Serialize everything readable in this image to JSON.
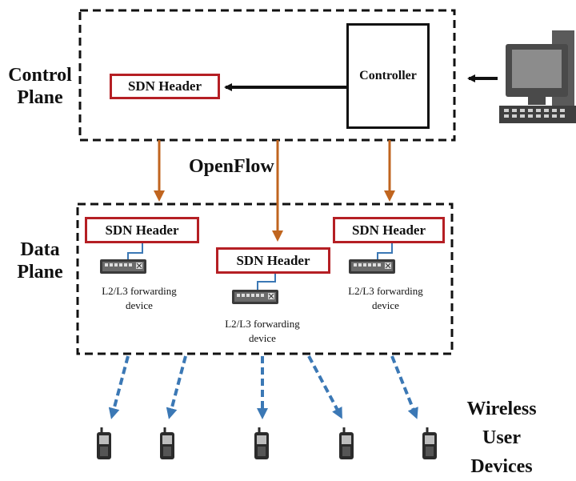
{
  "control_plane": {
    "label_line1": "Control",
    "label_line2": "Plane",
    "sdn_header": "SDN Header",
    "controller": "Controller"
  },
  "openflow_label": "OpenFlow",
  "data_plane": {
    "label_line1": "Data",
    "label_line2": "Plane",
    "devices": [
      {
        "header": "SDN Header",
        "line1": "L2/L3 forwarding",
        "line2": "device"
      },
      {
        "header": "SDN Header",
        "line1": "L2/L3 forwarding",
        "line2": "device"
      },
      {
        "header": "SDN Header",
        "line1": "L2/L3 forwarding",
        "line2": "device"
      }
    ]
  },
  "wireless": {
    "line1": "Wireless",
    "line2": "User",
    "line3": "Devices"
  },
  "colors": {
    "header_border": "#b51f24",
    "openflow_arrow": "#c0651f",
    "wireless_arrow": "#3b78b5",
    "switch_body": "#3a3a3a"
  },
  "icons": {
    "admin": "desktop-computer-icon",
    "switch": "network-switch-icon",
    "phone": "mobile-phone-icon"
  }
}
